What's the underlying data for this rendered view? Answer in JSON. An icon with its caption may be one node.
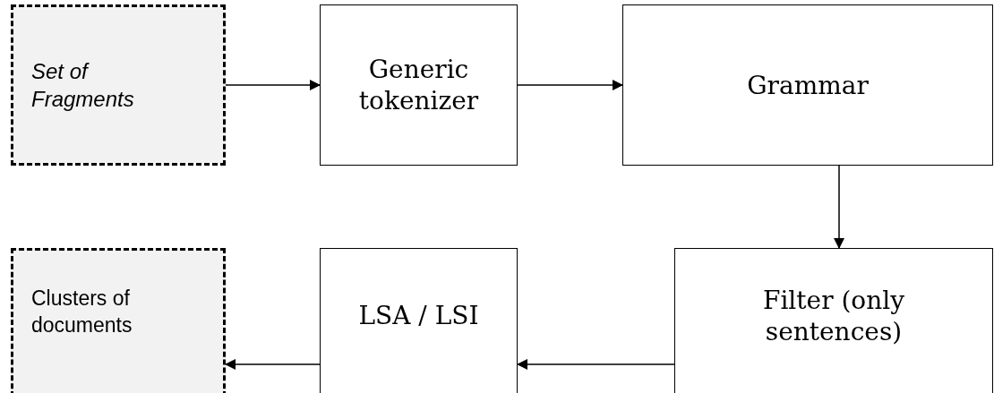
{
  "diagram": {
    "nodes": [
      {
        "text": [
          "Set of Fragments"
        ]
      },
      {
        "text": [
          "Generic tokenizer"
        ]
      },
      {
        "text": [
          "Grammar"
        ]
      },
      {
        "text": [
          "Clusters of documents"
        ]
      },
      {
        "text": [
          "LSA / LSI"
        ]
      },
      {
        "text": [
          "Filter (only sentences)"
        ]
      }
    ],
    "edges": [
      {
        "from": 0,
        "to": 1,
        "arrow": "to"
      },
      {
        "from": 1,
        "to": 2,
        "arrow": "to"
      },
      {
        "from": 2,
        "to": 5,
        "arrow": "to"
      },
      {
        "from": 5,
        "to": 4,
        "arrow": "to"
      },
      {
        "from": 4,
        "to": 3,
        "arrow": "to"
      }
    ]
  }
}
